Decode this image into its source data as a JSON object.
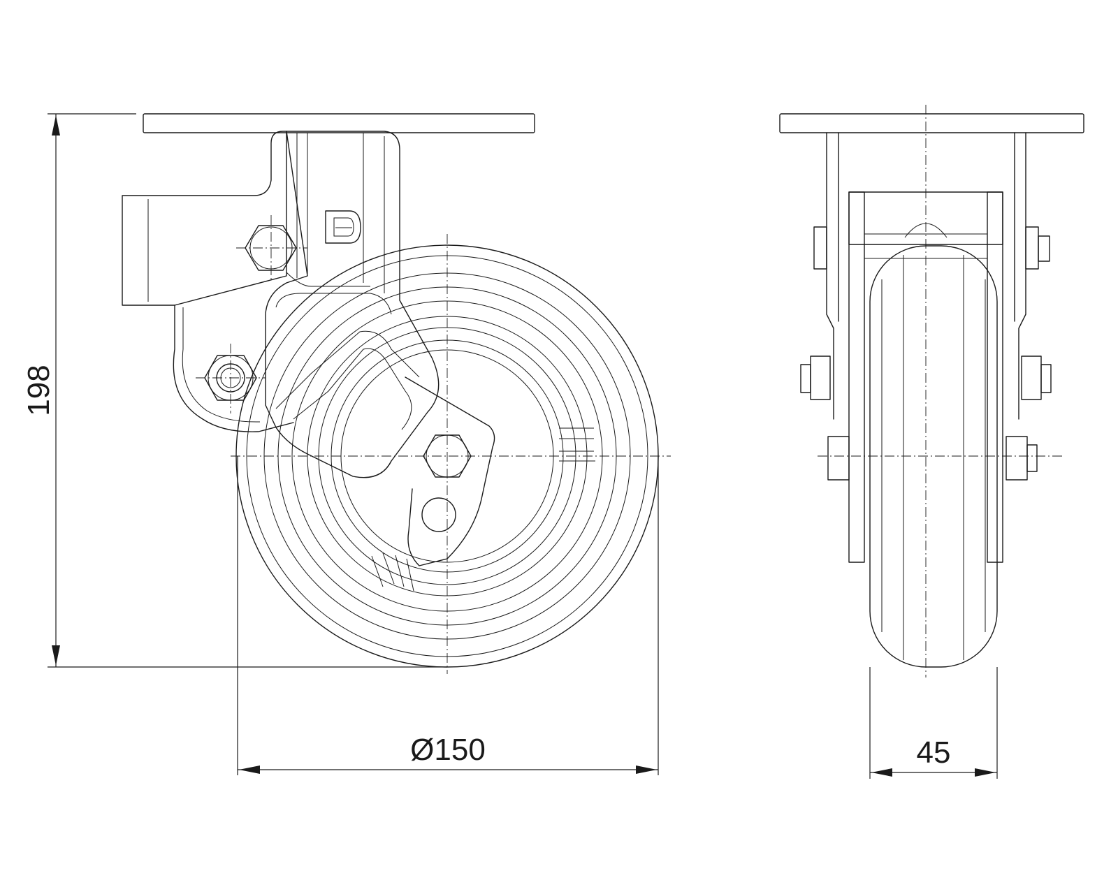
{
  "drawing": {
    "dimensions": {
      "height_label": "198",
      "wheel_diameter_label": "Ø150",
      "wheel_width_label": "45"
    },
    "logo": {
      "letter": "D"
    },
    "colors": {
      "line": "#1a1a1a",
      "background": "#ffffff"
    }
  }
}
